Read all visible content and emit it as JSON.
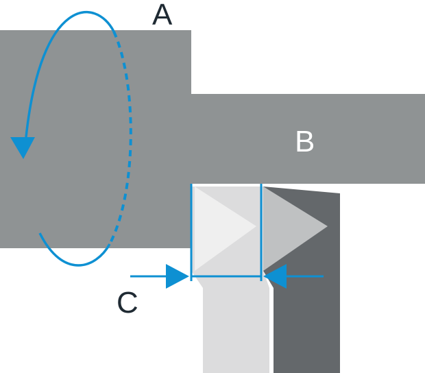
{
  "labels": {
    "a": "A",
    "b": "B",
    "c": "C"
  },
  "colors": {
    "workpiece": "#8f9394",
    "tool_light": "#dcdcdd",
    "tool_lighter": "#efefef",
    "tool_mid": "#bfc1c2",
    "tool_dark": "#64686b",
    "accent": "#0e90d2",
    "label_dark": "#1f2a33",
    "label_light": "#ffffff"
  }
}
